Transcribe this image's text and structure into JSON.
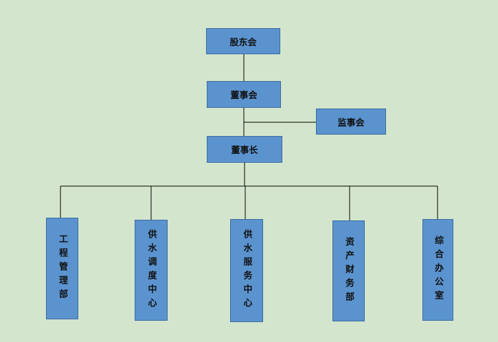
{
  "org": {
    "shareholders": "股东会",
    "board": "董事会",
    "supervisory": "监事会",
    "chairman": "董事长",
    "departments": [
      "工程管理部",
      "供水调度中心",
      "供水服务中心",
      "资产财务部",
      "综合办公室"
    ]
  },
  "colors": {
    "background": "#d3e6cd",
    "box_fill": "#5b93cf",
    "box_border": "#3b6b9e",
    "line": "#000000"
  }
}
